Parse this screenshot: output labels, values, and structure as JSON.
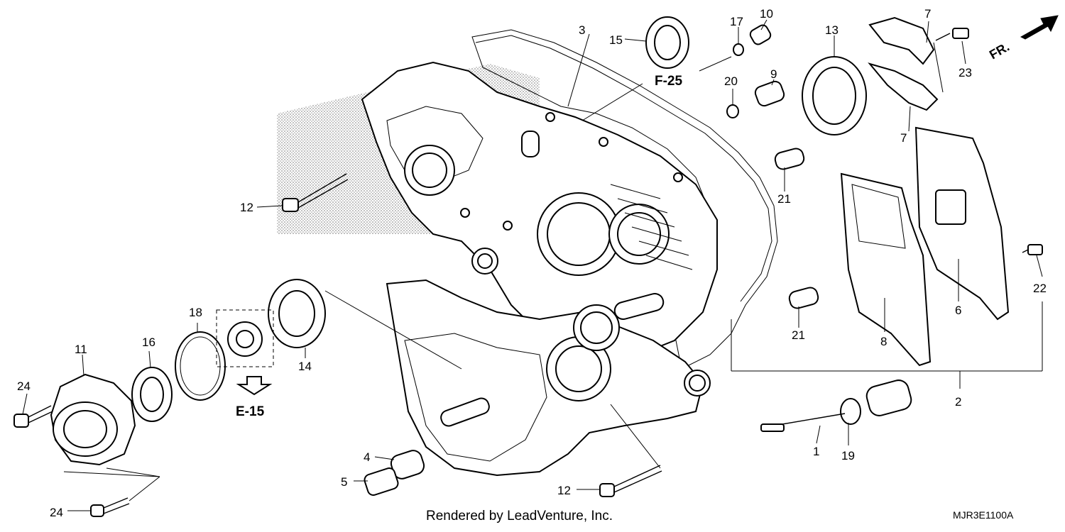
{
  "diagram": {
    "callouts": {
      "c1": "1",
      "c2": "2",
      "c3": "3",
      "c4": "4",
      "c5": "5",
      "c6": "6",
      "c7a": "7",
      "c7b": "7",
      "c8": "8",
      "c9": "9",
      "c10": "10",
      "c11": "11",
      "c12a": "12",
      "c12b": "12",
      "c13": "13",
      "c14": "14",
      "c15": "15",
      "c16": "16",
      "c17": "17",
      "c18": "18",
      "c19": "19",
      "c20": "20",
      "c21a": "21",
      "c21b": "21",
      "c22": "22",
      "c23": "23",
      "c24a": "24",
      "c24b": "24"
    },
    "references": {
      "f25": "F-25",
      "e15": "E-15"
    },
    "direction": "FR.",
    "footer": "Rendered by LeadVenture, Inc.",
    "code": "MJR3E1100A"
  }
}
